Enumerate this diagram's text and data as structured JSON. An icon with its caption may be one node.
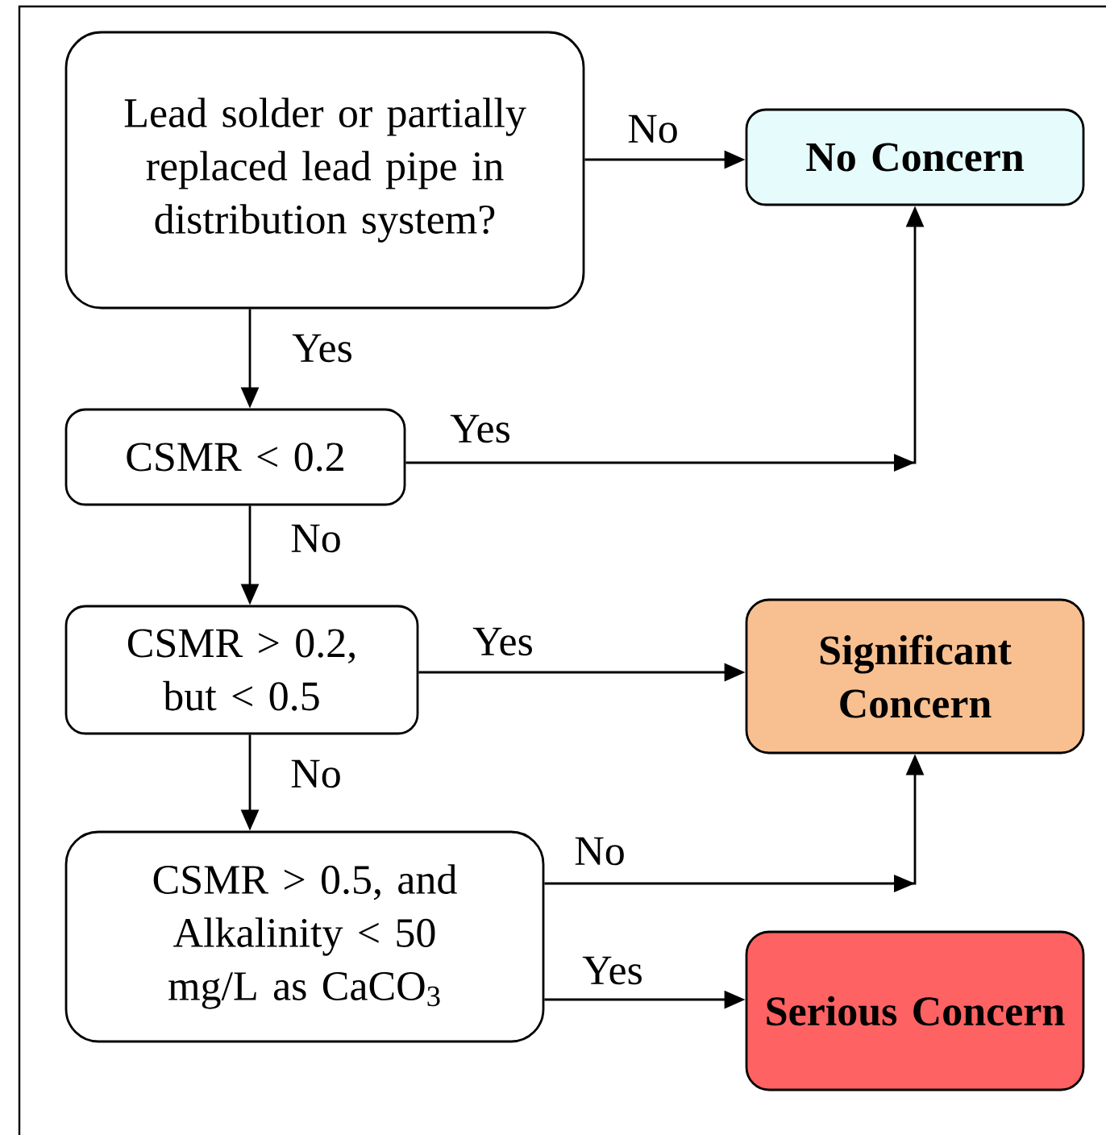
{
  "diagram": {
    "nodes": [
      {
        "text": [
          "Lead solder or partially replaced lead pipe in distribution system?"
        ]
      },
      {
        "text": [
          "No Concern"
        ]
      },
      {
        "text": [
          "CSMR < 0.2"
        ]
      },
      {
        "text": [
          "CSMR > 0.2, but < 0.5"
        ]
      },
      {
        "text": [
          "Significant Concern"
        ]
      },
      {
        "text": [
          "CSMR > 0.5, and Alkalinity < 50 mg/L as CaCO$_{3}$"
        ]
      },
      {
        "text": [
          "Serious Concern"
        ]
      }
    ],
    "edges": [
      {
        "from": 0,
        "to": 1,
        "arrow": "to",
        "label": "No"
      },
      {
        "from": 0,
        "to": 2,
        "arrow": "to",
        "label": "Yes"
      },
      {
        "from": 2,
        "to": 1,
        "arrow": "to",
        "label": "Yes"
      },
      {
        "from": 2,
        "to": 3,
        "arrow": "to",
        "label": "No"
      },
      {
        "from": 3,
        "to": 4,
        "arrow": "to",
        "label": "Yes"
      },
      {
        "from": 3,
        "to": 5,
        "arrow": "to",
        "label": "No"
      },
      {
        "from": 5,
        "to": 4,
        "arrow": "to",
        "label": "No"
      },
      {
        "from": 5,
        "to": 6,
        "arrow": "to",
        "label": "Yes"
      }
    ]
  }
}
